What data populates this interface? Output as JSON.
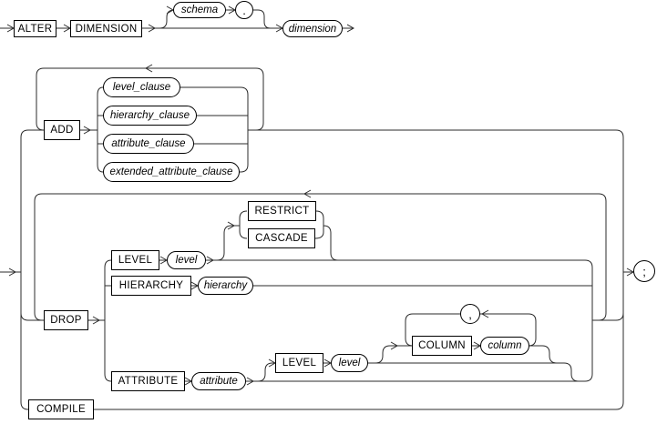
{
  "colors": {
    "background": "#ffffff",
    "line": "#2b2b2b",
    "node_border": "#000000",
    "text": "#000000"
  },
  "nodes": {
    "alter": "ALTER",
    "dimension_keyword": "DIMENSION",
    "schema": "schema",
    "dot": ".",
    "dimension": "dimension",
    "add": "ADD",
    "level_clause": "level_clause",
    "hierarchy_clause": "hierarchy_clause",
    "attribute_clause": "attribute_clause",
    "extended_attribute_clause": "extended_attribute_clause",
    "drop": "DROP",
    "level_keyword_drop": "LEVEL",
    "level_drop": "level",
    "restrict": "RESTRICT",
    "cascade": "CASCADE",
    "hierarchy_keyword": "HIERARCHY",
    "hierarchy": "hierarchy",
    "attribute_keyword": "ATTRIBUTE",
    "attribute": "attribute",
    "level_keyword_attribute": "LEVEL",
    "level_attribute": "level",
    "column_keyword": "COLUMN",
    "column": "column",
    "comma": ",",
    "compile": "COMPILE",
    "semicolon": ";"
  }
}
